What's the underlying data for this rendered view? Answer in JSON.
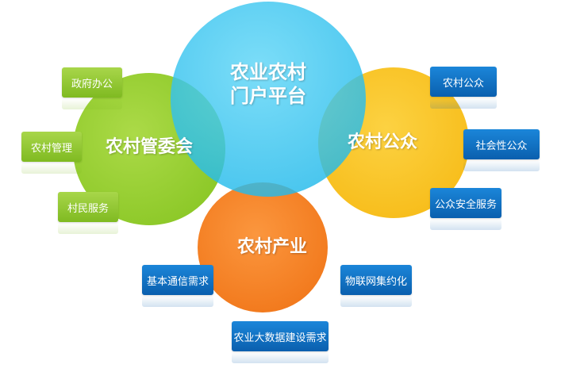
{
  "colors": {
    "center": "#33c6f2",
    "left": "#8fcd22",
    "right": "#f9c21b",
    "bottom": "#f57d1f",
    "tag_green": "#8cc63f",
    "tag_blue": "#0d6ec0"
  },
  "hubs": {
    "center": "农业农村\n门户平台",
    "left": "农村管委会",
    "right": "农村公众",
    "bottom": "农村产业"
  },
  "tags": {
    "gov_office": "政府办公",
    "rural_mgmt": "农村管理",
    "villager_service": "村民服务",
    "rural_public": "农村公众",
    "social_public": "社会性公众",
    "public_safety": "公众安全服务",
    "basic_comm": "基本通信需求",
    "iot_intensive": "物联网集约化",
    "agri_bigdata": "农业大数据建设需求"
  }
}
